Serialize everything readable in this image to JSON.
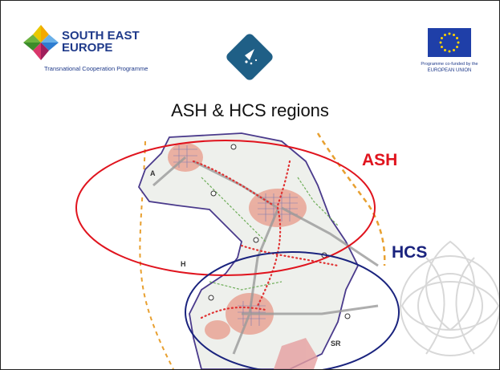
{
  "logos": {
    "programme_line1": "SOUTH EAST",
    "programme_line2": "EUROPE",
    "programme_sub": "Transnational Cooperation Programme",
    "center_logo_icon": "compass-diamond-icon",
    "eu_line1": "Programme co-funded by the",
    "eu_line2": "EUROPEAN UNION",
    "eu_icon": "eu-flag-icon"
  },
  "slide": {
    "title": "ASH & HCS regions"
  },
  "map": {
    "regions": [
      {
        "label": "ASH",
        "color": "#e0141e"
      },
      {
        "label": "HCS",
        "color": "#1a237e"
      }
    ],
    "country_labels": {
      "a": "A",
      "h": "H",
      "sr": "SR"
    },
    "colors": {
      "border": "#4a3a8c",
      "urban": "#e8a090",
      "dotted": "#e03030",
      "frame": "#e8a030"
    }
  }
}
